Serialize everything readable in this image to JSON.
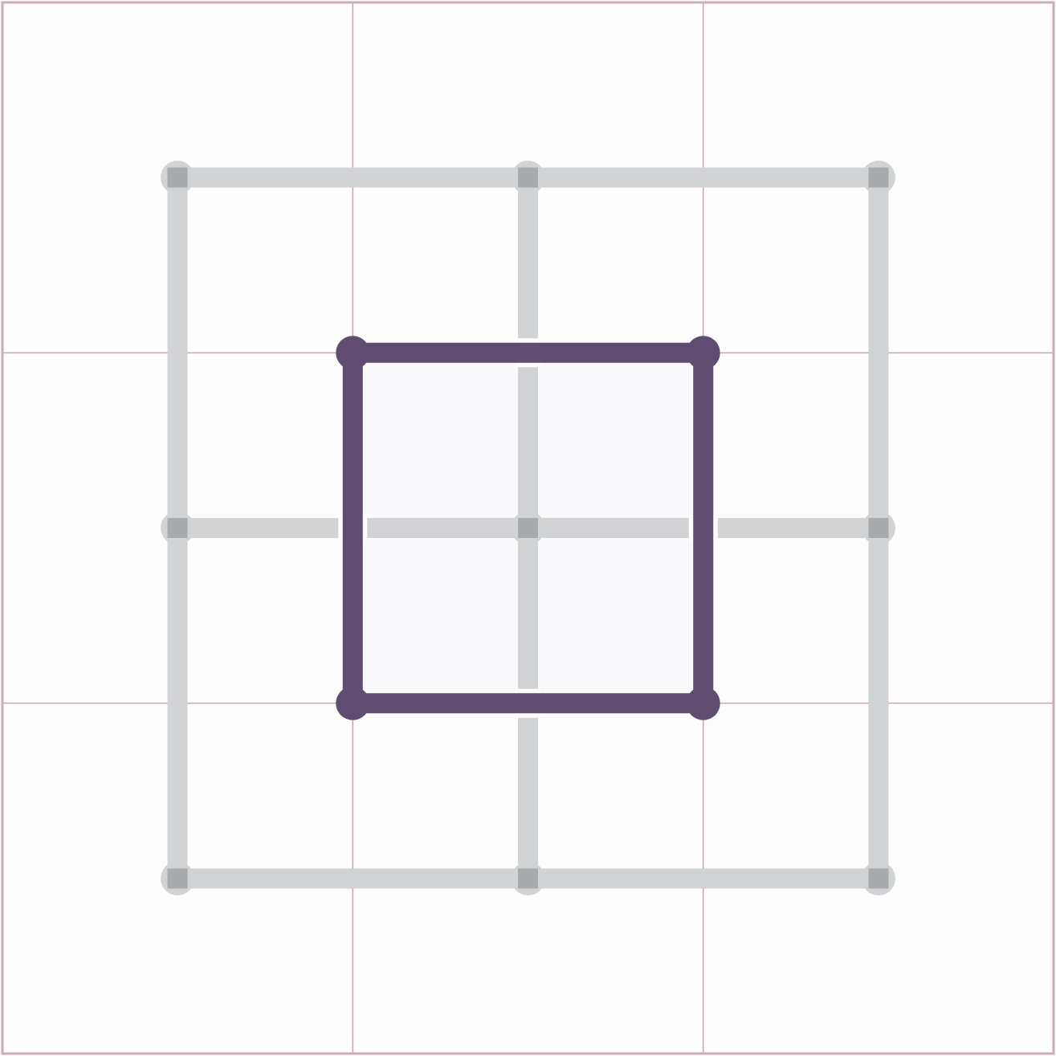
{
  "puzzle": {
    "type": "grid-dot-puzzle",
    "background_grid": {
      "rows": 3,
      "cols": 3
    },
    "dot_lattice": {
      "rows": 3,
      "cols": 3
    },
    "selected_square": {
      "corners": [
        [
          0.5,
          0.5
        ],
        [
          1.5,
          0.5
        ],
        [
          1.5,
          1.5
        ],
        [
          0.5,
          1.5
        ]
      ]
    }
  },
  "colors": {
    "page_background": "#fdfdfd",
    "grid_line": "#c9a3b0",
    "frame": "#cfaab6",
    "lattice_edge": "#d2d3d5",
    "lattice_dot": "#a9aaae",
    "selection_stroke": "#5e4c71",
    "selection_fill": "#faf9fb"
  }
}
